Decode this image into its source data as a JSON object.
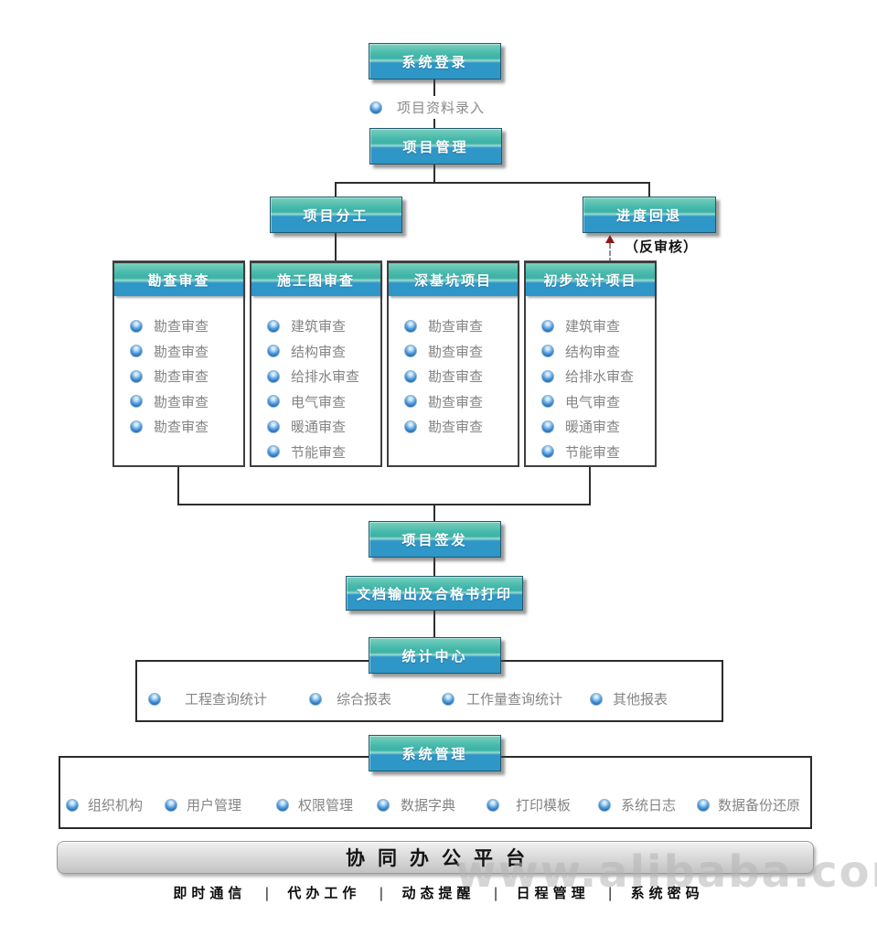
{
  "watermark": "www.alibaba.com",
  "colors": {
    "node_teal": "#41b5a8",
    "node_blue": "#2f96c8",
    "connector": "#2e2e2e",
    "arrow_red": "#8b1a1a",
    "item_text": "#848484",
    "platform_bar_gray": "#d2d2d2"
  },
  "nodes": {
    "login": "系统登录",
    "entry": "项目资料录入",
    "project": "项目管理",
    "division": "项目分工",
    "rollback": "进度回退",
    "rollback_note": "（反审核）",
    "issue": "项目签发",
    "docout": "文档输出及合格书打印",
    "stats": "统计中心",
    "system": "系统管理",
    "platform": "协同办公平台"
  },
  "columns": [
    {
      "title": "勘查审查",
      "items": [
        "勘查审查",
        "勘查审查",
        "勘查审查",
        "勘查审查",
        "勘查审查"
      ]
    },
    {
      "title": "施工图审查",
      "items": [
        "建筑审查",
        "结构审查",
        "给排水审查",
        "电气审查",
        "暖通审查",
        "节能审查"
      ]
    },
    {
      "title": "深基坑项目",
      "items": [
        "勘查审查",
        "勘查审查",
        "勘查审查",
        "勘查审查",
        "勘查审查"
      ]
    },
    {
      "title": "初步设计项目",
      "items": [
        "建筑审查",
        "结构审查",
        "给排水审查",
        "电气审查",
        "暖通审查",
        "节能审查"
      ]
    }
  ],
  "stats_items": [
    "工程查询统计",
    "综合报表",
    "工作量查询统计",
    "其他报表"
  ],
  "system_items": [
    "组织机构",
    "用户管理",
    "权限管理",
    "数据字典",
    "打印模板",
    "系统日志",
    "数据备份还原"
  ],
  "shortcuts": [
    "即时通信",
    "代办工作",
    "动态提醒",
    "日程管理",
    "系统密码"
  ],
  "separator": "|"
}
